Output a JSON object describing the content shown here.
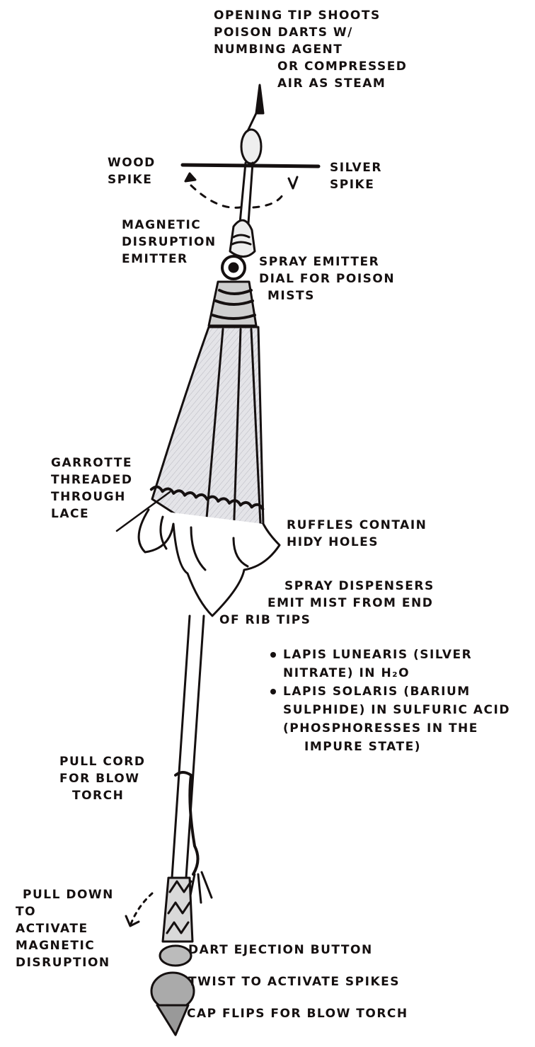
{
  "diagram": {
    "subject": "Weaponized parasol concept sketch",
    "ink_color": "#151010",
    "canopy_shade": "#d8d8dc",
    "background": "#ffffff",
    "annotations": {
      "tip": [
        "Opening tip shoots",
        "poison darts w/",
        "numbing agent",
        "or compressed",
        "air as steam"
      ],
      "wood_spike": [
        "Wood",
        "spike"
      ],
      "silver_spike": [
        "Silver",
        "spike"
      ],
      "magnetic_emitter": [
        "Magnetic",
        "disruption",
        "emitter"
      ],
      "spray_dial": [
        "Spray emitter",
        "dial for poison",
        "mists"
      ],
      "garrotte": [
        "Garrotte",
        "threaded",
        "through",
        "lace"
      ],
      "ruffles": [
        "Ruffles contain",
        "hidy holes"
      ],
      "spray_dispensers": [
        "Spray dispensers",
        "emit mist from end",
        "of rib tips"
      ],
      "pull_cord": [
        "Pull cord",
        "for blow",
        "torch"
      ],
      "pull_down": [
        "Pull down",
        "to",
        "activate",
        "magnetic",
        "disruption"
      ],
      "dart_button": "Dart ejection button",
      "twist": "Twist to activate spikes",
      "cap": "Cap flips for blow torch"
    },
    "chemicals": [
      {
        "lines": [
          "Lapis Lunearis (silver",
          "nitrate) in H₂O"
        ]
      },
      {
        "lines": [
          "Lapis Solaris (barium",
          "sulphide) in sulfuric acid",
          "(phosphoresses in the",
          "impure state)"
        ]
      }
    ]
  }
}
